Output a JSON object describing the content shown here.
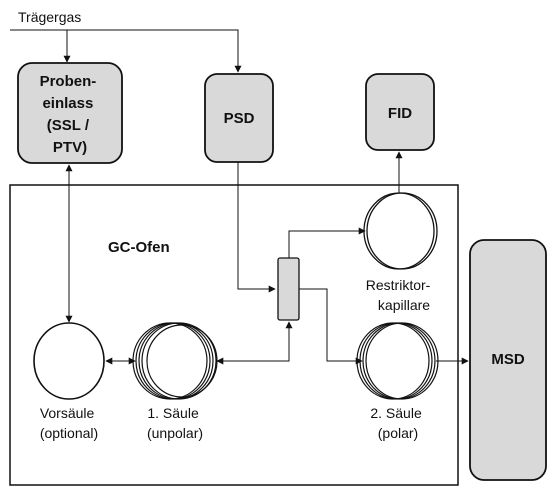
{
  "diagram": {
    "carrier_gas": "Trägergas",
    "injector": {
      "lines": [
        "Proben-",
        "einlass",
        "(SSL /",
        "PTV)"
      ]
    },
    "psd": "PSD",
    "fid": "FID",
    "msd": "MSD",
    "oven": "GC-Ofen",
    "restrictor": {
      "lines": [
        "Restriktor-",
        "kapillare"
      ]
    },
    "precolumn": {
      "lines": [
        "Vorsäule",
        "(optional)"
      ]
    },
    "column1": {
      "lines": [
        "1. Säule",
        "(unpolar)"
      ]
    },
    "column2": {
      "lines": [
        "2. Säule",
        "(polar)"
      ]
    }
  },
  "colors": {
    "box_fill": "#d9d9d9",
    "stroke": "#111111"
  }
}
